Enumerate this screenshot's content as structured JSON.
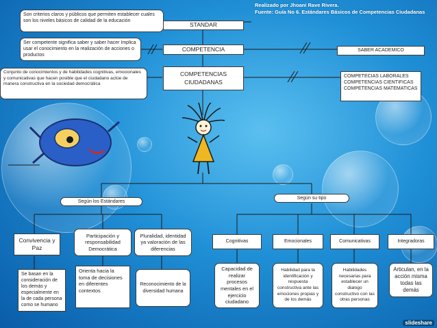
{
  "credit": {
    "line1": "Realizado por Jhoani Rave Rivera.",
    "line2": "Fuente: Guía No 6. Estándares Básicos de Competencias Ciudadanas"
  },
  "top_notes": {
    "standard_def": "Son criterios claros y públicos que permiten establecer cuales son los niveles básicos de calidad de la educación",
    "competent_def": "Ser competente significa saber y saber hacer Implica usar el conocimiento en la realización de acciones o productos",
    "competencias_def": "Conjunto de conocimientos y de habilidades cognitivas, emocionales y comunicativas que hacen posible que el ciudadano actúe de manera constructiva en la sociedad democrática"
  },
  "center": {
    "standard": "STANDAR",
    "competencia": "COMPETENCIA",
    "competencias_ciudadanas": "COMPETENCIAS CIUDADANAS"
  },
  "right": {
    "saber": "SABER ACADEMICO",
    "list": "COMPETECIAS LABORALES\nCOMPETENCIAS CIENTIFICAS\nCOMPETENCIAS MATEMATICAS"
  },
  "branches": {
    "left": "Según los Estándares",
    "right": "Según su tipo"
  },
  "estandares": [
    {
      "title": "Convivencia y Paz",
      "desc": "Se basan en la consideración  de los demás y especialmente en la de cada persona como se humano"
    },
    {
      "title": "Participación y responsabilidad Democrática",
      "desc": "Orienta hacia la toma de decisiones en diferentes contextos"
    },
    {
      "title": "Pluralidad, identidad ya valoración de las diferencias",
      "desc": "Reconocimiento de la diversidad humana"
    }
  ],
  "tipos": [
    {
      "title": "Cognitivas",
      "desc": "Capacidad de realizar procesos mentales en el ejercicio ciudadano"
    },
    {
      "title": "Emocionales",
      "desc": "Habilidad para la identificación y respuesta constructiva ante las emociones propias y de los demás"
    },
    {
      "title": "Comunicativas",
      "desc": "Habilidades necesarias para establecer un dialogo constructivo con las otras personas"
    },
    {
      "title": "Integradoras",
      "desc": "Articulan, en la acción misma todas las demás"
    }
  ],
  "watermark": "slideshare",
  "colors": {
    "background": "#1f8fd6",
    "box": "#ffffff",
    "line": "#1a1a1a",
    "credit_text": "#ffffff"
  },
  "icons": [
    "cartoon-face",
    "stick-figure-girl"
  ]
}
